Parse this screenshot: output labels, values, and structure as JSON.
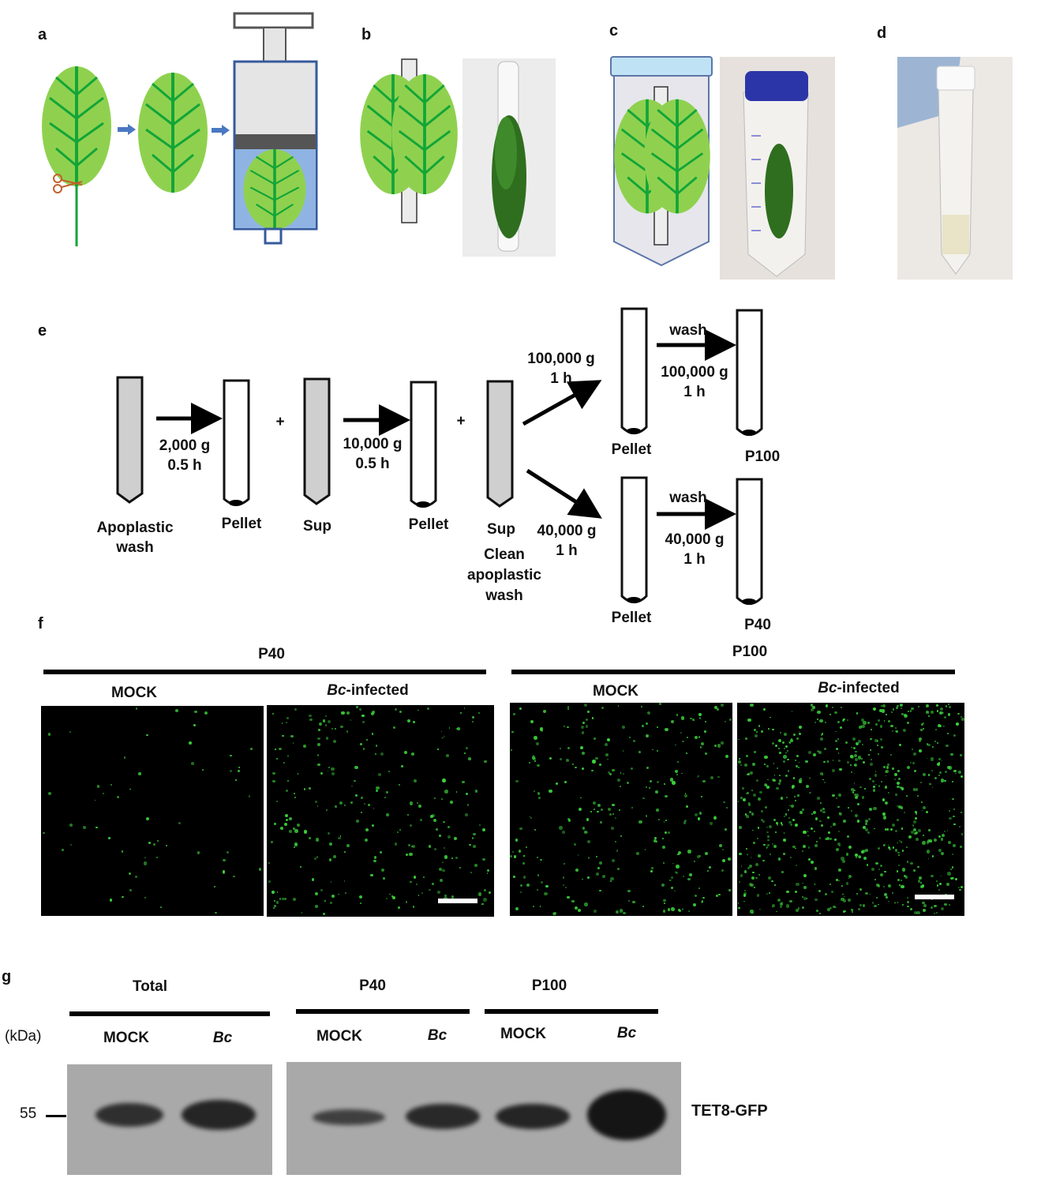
{
  "panels": {
    "a": "a",
    "b": "b",
    "c": "c",
    "d": "d",
    "e": "e",
    "f": "f",
    "g": "g"
  },
  "flow": {
    "apoplastic_wash": "Apoplastic\nwash",
    "spin1": "2,000 g\n0.5 h",
    "pellet": "Pellet",
    "plus": "+",
    "sup": "Sup",
    "spin2": "10,000 g\n0.5 h",
    "clean": "Clean\napoplastic\nwash",
    "spin_100": "100,000 g\n1 h",
    "spin_40": "40,000 g\n1 h",
    "wash": "wash",
    "wash_100": "100,000 g\n1 h",
    "wash_40": "40,000 g\n1 h",
    "p100": "P100",
    "p40": "P40"
  },
  "microscopy": {
    "p40_title": "P40",
    "p100_title": "P100",
    "mock": "MOCK",
    "bc_italic": "Bc",
    "bc_suffix": "-infected",
    "dot_color": "#3bd13b"
  },
  "western": {
    "total": "Total",
    "p40": "P40",
    "p100": "P100",
    "kda": "(kDa)",
    "mock": "MOCK",
    "bc": "Bc",
    "marker": "55",
    "protein": "TET8-GFP",
    "band_intensity": [
      0.6,
      0.75,
      0.35,
      0.7,
      0.75,
      1.0
    ]
  },
  "colors": {
    "leaf": "#8fd14f",
    "vein": "#13a538",
    "tube_gray": "#cfcfcf",
    "syringe_blue": "#8fb4e3",
    "cap_blue": "#bfe3f5"
  }
}
